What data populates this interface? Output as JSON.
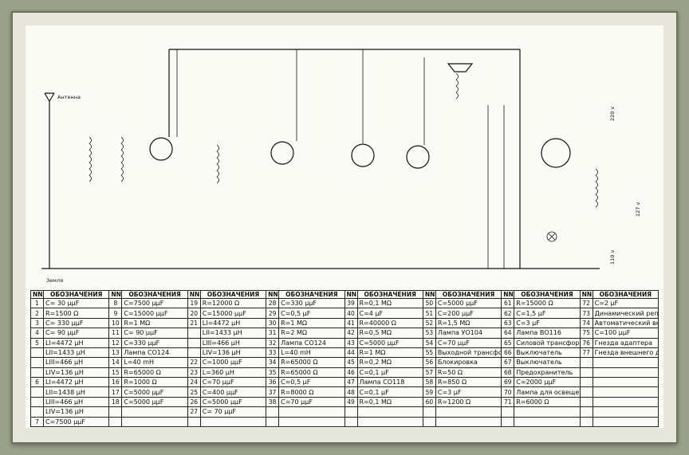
{
  "labels": {
    "antenna": "Антенна",
    "ground": "Земля",
    "v220": "220 v",
    "v127": "127 v",
    "v110": "110 v"
  },
  "table": {
    "header_n": "NN",
    "header_d": "ОБОЗНАЧЕНИЯ",
    "columns": [
      [
        [
          "1",
          "C= 30 μμF"
        ],
        [
          "2",
          "R=1500 Ω"
        ],
        [
          "3",
          "C= 330 μμF"
        ],
        [
          "4",
          "C= 90 μμF"
        ],
        [
          "5",
          "LI=4472 μH"
        ],
        [
          "",
          "LII=1433 μH"
        ],
        [
          "",
          "LIII=466 μH"
        ],
        [
          "",
          "LIV=136 μH"
        ],
        [
          "6",
          "LI=4472 μH"
        ],
        [
          "",
          "LII=1438 μH"
        ],
        [
          "",
          "LIII=466 μH"
        ],
        [
          "",
          "LIV=136 μH"
        ],
        [
          "7",
          "C=7500 μμF"
        ]
      ],
      [
        [
          "8",
          "C=7500 μμF"
        ],
        [
          "9",
          "C=15000 μμF"
        ],
        [
          "10",
          "R=1 MΩ"
        ],
        [
          "11",
          "C= 90 μμF"
        ],
        [
          "12",
          "C=330 μμF"
        ],
        [
          "13",
          "Лампа СО124"
        ],
        [
          "14",
          "L=40 mH"
        ],
        [
          "15",
          "R=65000 Ω"
        ],
        [
          "16",
          "R=1000 Ω"
        ],
        [
          "17",
          "C=5000 μμF"
        ],
        [
          "18",
          "C=5000 μμF"
        ]
      ],
      [
        [
          "19",
          "R=12000 Ω"
        ],
        [
          "20",
          "C=15000 μμF"
        ],
        [
          "21",
          "LI=4472 μH"
        ],
        [
          "",
          "LII=1433 μH"
        ],
        [
          "",
          "LIII=466 μH"
        ],
        [
          "",
          "LIV=136 μH"
        ],
        [
          "22",
          "C=1000 μμF"
        ],
        [
          "23",
          "L=360 μH"
        ],
        [
          "24",
          "C=70 μμF"
        ],
        [
          "25",
          "C=400 μμF"
        ],
        [
          "26",
          "C=5000 μμF"
        ],
        [
          "27",
          "C= 70 μμF"
        ]
      ],
      [
        [
          "28",
          "C=330 μμF"
        ],
        [
          "29",
          "C=0,5 μF"
        ],
        [
          "30",
          "R=1 MΩ"
        ],
        [
          "31",
          "R=2 MΩ"
        ],
        [
          "32",
          "Лампа СО124"
        ],
        [
          "33",
          "L=40 mH"
        ],
        [
          "34",
          "R=65000 Ω"
        ],
        [
          "35",
          "R=65000 Ω"
        ],
        [
          "36",
          "C=0,5 μF"
        ],
        [
          "37",
          "R=8000 Ω"
        ],
        [
          "38",
          "C=70 μμF"
        ]
      ],
      [
        [
          "39",
          "R=0,1 MΩ"
        ],
        [
          "40",
          "C=4 μF"
        ],
        [
          "41",
          "R=40000 Ω"
        ],
        [
          "42",
          "R=0,5 MΩ"
        ],
        [
          "43",
          "C=5000 μμF"
        ],
        [
          "44",
          "R=1 MΩ"
        ],
        [
          "45",
          "R=0,2 MΩ"
        ],
        [
          "46",
          "C=0,1 μF"
        ],
        [
          "47",
          "Лампа СО118"
        ],
        [
          "48",
          "C=0,1 μF"
        ],
        [
          "49",
          "R=0,1 MΩ"
        ]
      ],
      [
        [
          "50",
          "C=5000 μμF"
        ],
        [
          "51",
          "C=200 μμF"
        ],
        [
          "52",
          "R=1,5 MΩ"
        ],
        [
          "53",
          "Лампа УО104"
        ],
        [
          "54",
          "C=70 μμF"
        ],
        [
          "55",
          "Выходной трансформатор"
        ],
        [
          "56",
          "Блокировка"
        ],
        [
          "57",
          "R=50 Ω"
        ],
        [
          "58",
          "R=850 Ω"
        ],
        [
          "59",
          "C=3 μF"
        ],
        [
          "60",
          "R=1200 Ω"
        ]
      ],
      [
        [
          "61",
          "R=15000 Ω"
        ],
        [
          "62",
          "C=1,5 μF"
        ],
        [
          "63",
          "C=3 μF"
        ],
        [
          "64",
          "Лампа ВО116"
        ],
        [
          "65",
          "Силовой трансформатор"
        ],
        [
          "66",
          "Выключатель"
        ],
        [
          "67",
          "Выключатель"
        ],
        [
          "68",
          "Предохранитель"
        ],
        [
          "69",
          "C=2000 μμF"
        ],
        [
          "70",
          "Лампа для освещения шкалы"
        ],
        [
          "71",
          "R=6000 Ω"
        ]
      ],
      [
        [
          "72",
          "C=2 μF"
        ],
        [
          "73",
          "Динамический репродуктор"
        ],
        [
          "74",
          "Автоматический включатель"
        ],
        [
          "75",
          "C=100 μμF"
        ],
        [
          "76",
          "Гнезда адаптера"
        ],
        [
          "77",
          "Гнезда внешнего динамического репродуктора"
        ],
        [
          "",
          ""
        ],
        [
          "",
          ""
        ],
        [
          "",
          ""
        ],
        [
          "",
          ""
        ],
        [
          "",
          ""
        ]
      ]
    ]
  }
}
